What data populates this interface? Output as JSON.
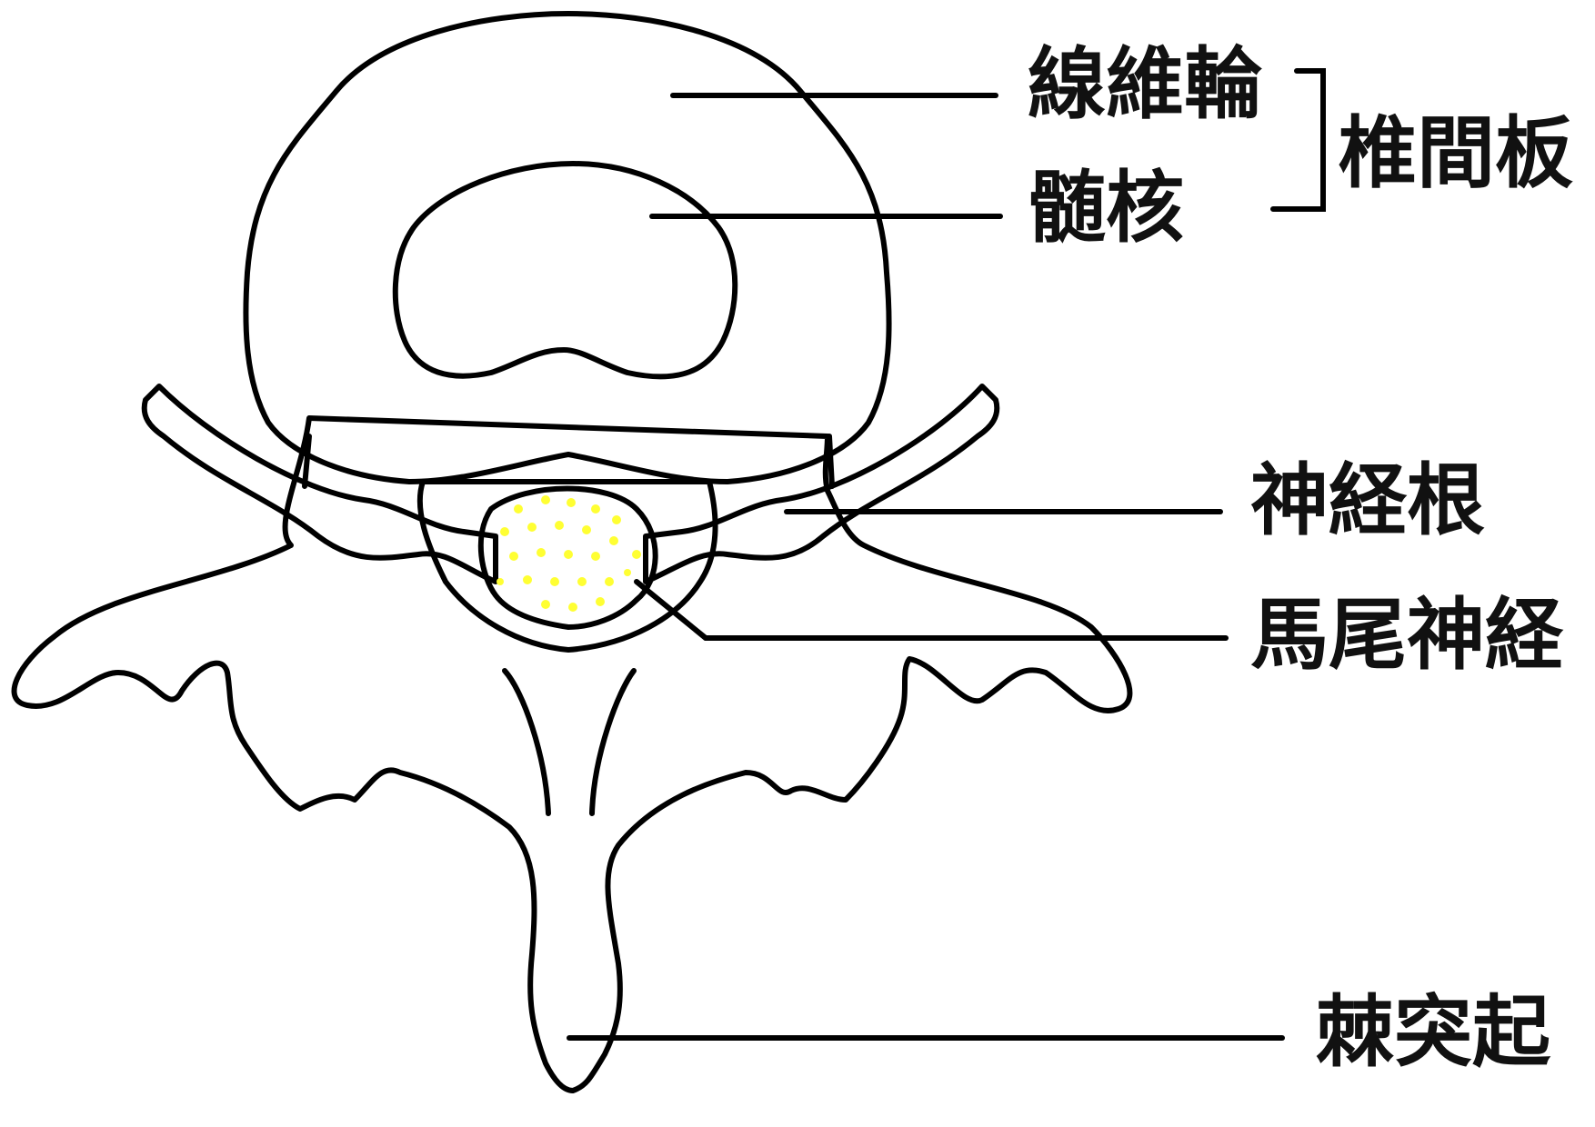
{
  "labels": {
    "annulus": "線維輪",
    "nucleus": "髄核",
    "disc": "椎間板",
    "nerve_root": "神経根",
    "cauda": "馬尾神経",
    "spinous": "棘突起"
  },
  "colors": {
    "annulus_fill": "#8fd6ff",
    "nucleus_fill": "#5486ff",
    "nerve_fill": "#ffa800",
    "cauda_fill": "#111111",
    "cauda_dots": "#ffff33",
    "bone_fill": "#ffffff",
    "outline": "#000000"
  }
}
